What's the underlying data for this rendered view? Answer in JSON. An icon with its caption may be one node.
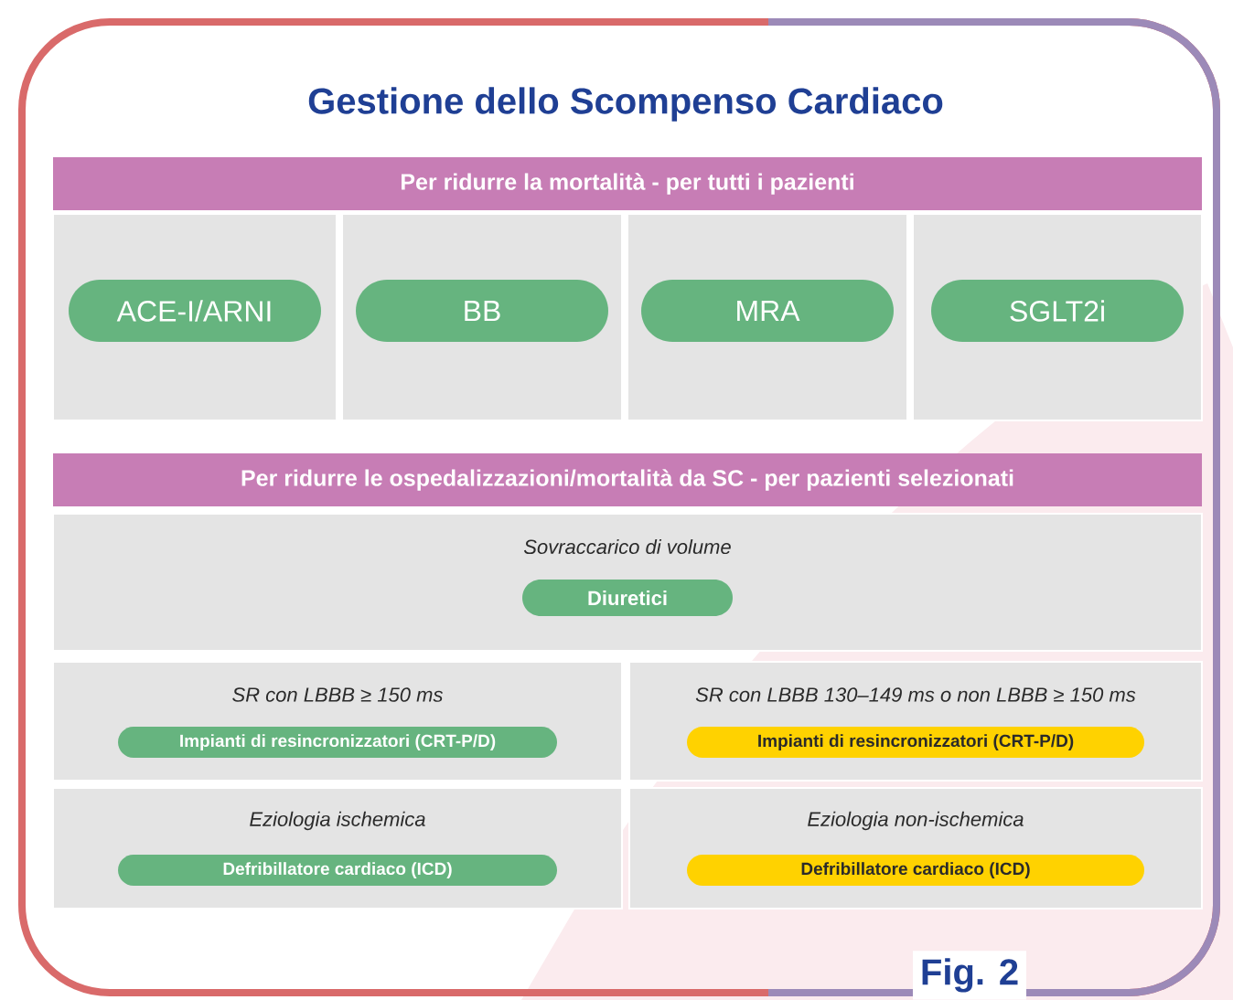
{
  "diagram": {
    "title": "Gestione dello Scompenso Cardiaco",
    "nodes": [
      {
        "text": [
          "Per ridurre la mortalità - per tutti i pazienti"
        ]
      },
      {
        "text": [],
        "shape": "box"
      },
      {
        "text": [
          "ACE-I/ARNI"
        ],
        "in": 1
      },
      {
        "text": [],
        "shape": "box"
      },
      {
        "text": [
          "BB"
        ],
        "in": 3
      },
      {
        "text": [],
        "shape": "box"
      },
      {
        "text": [
          "MRA"
        ],
        "in": 5
      },
      {
        "text": [],
        "shape": "box"
      },
      {
        "text": [
          "SGLT2i"
        ],
        "in": 7
      },
      {
        "text": [
          "Per ridurre le ospedalizzazioni/mortalità da SC - per pazienti selezionati"
        ]
      },
      {
        "text": [
          "Sovraccarico di volume"
        ]
      },
      {
        "text": [
          "Diuretici"
        ],
        "in": 10
      },
      {
        "text": [
          "SR con LBBB ≥ 150 ms"
        ]
      },
      {
        "text": [
          "Impianti di resincronizzatori (CRT-P/D)"
        ],
        "in": 12
      },
      {
        "text": [
          "SR con LBBB 130–149 ms o non LBBB ≥ 150 ms"
        ]
      },
      {
        "text": [
          "Impianti di resincronizzatori (CRT-P/D)"
        ],
        "in": 14
      },
      {
        "text": [
          "Eziologia ischemica"
        ]
      },
      {
        "text": [
          "Defribillatore cardiaco (ICD)"
        ],
        "in": 16
      },
      {
        "text": [
          "Eziologia non-ischemica"
        ]
      },
      {
        "text": [
          "Defribillatore cardiaco (ICD)"
        ],
        "in": 18
      }
    ],
    "labels": [
      "Fig. 2"
    ]
  }
}
